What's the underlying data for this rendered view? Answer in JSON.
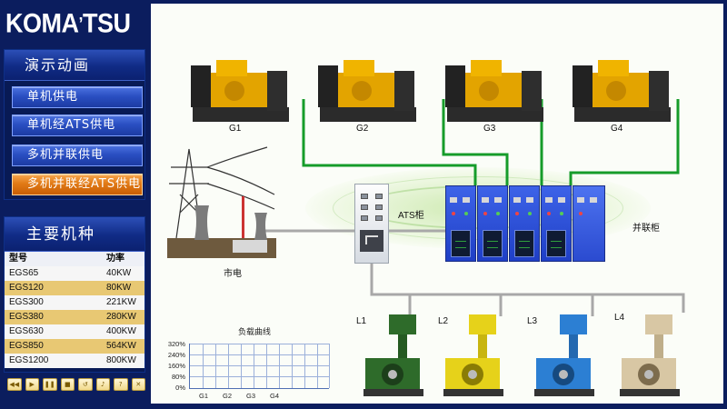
{
  "brand": {
    "name": "KOMATSU"
  },
  "demo_menu": {
    "title": "演示动画",
    "items": [
      {
        "label": "单机供电",
        "active": false
      },
      {
        "label": "单机经ATS供电",
        "active": false
      },
      {
        "label": "多机并联供电",
        "active": false
      },
      {
        "label": "多机并联经ATS供电",
        "active": true
      }
    ]
  },
  "models": {
    "title": "主要机种",
    "headers": [
      "型号",
      "功率"
    ],
    "rows": [
      {
        "model": "EGS65",
        "power": "40KW"
      },
      {
        "model": "EGS120",
        "power": "80KW"
      },
      {
        "model": "EGS300",
        "power": "221KW"
      },
      {
        "model": "EGS380",
        "power": "280KW"
      },
      {
        "model": "EGS630",
        "power": "400KW"
      },
      {
        "model": "EGS850",
        "power": "564KW"
      },
      {
        "model": "EGS1200",
        "power": "800KW"
      }
    ]
  },
  "toolbar": {
    "buttons": [
      "prev",
      "play",
      "pause",
      "stop",
      "replay",
      "sound",
      "help",
      "exit"
    ]
  },
  "diagram": {
    "generators": [
      "G1",
      "G2",
      "G3",
      "G4"
    ],
    "loads": [
      "L1",
      "L2",
      "L3",
      "L4"
    ],
    "load_colors": [
      "#2e6b2a",
      "#e6d21a",
      "#2c7fd3",
      "#d8c7a4"
    ],
    "generator_color": "#e3a400",
    "line_color": "#169c2a",
    "ats_label": "ATS柜",
    "parallel_label": "并联柜",
    "grid_label": "市电"
  },
  "chart_data": {
    "type": "line",
    "title": "负载曲线",
    "categories": [
      "G1",
      "G2",
      "G3",
      "G4"
    ],
    "y_ticks": [
      "320%",
      "240%",
      "160%",
      "80%",
      "0%"
    ],
    "series": [],
    "ylim": [
      0,
      320
    ],
    "grid": true
  }
}
